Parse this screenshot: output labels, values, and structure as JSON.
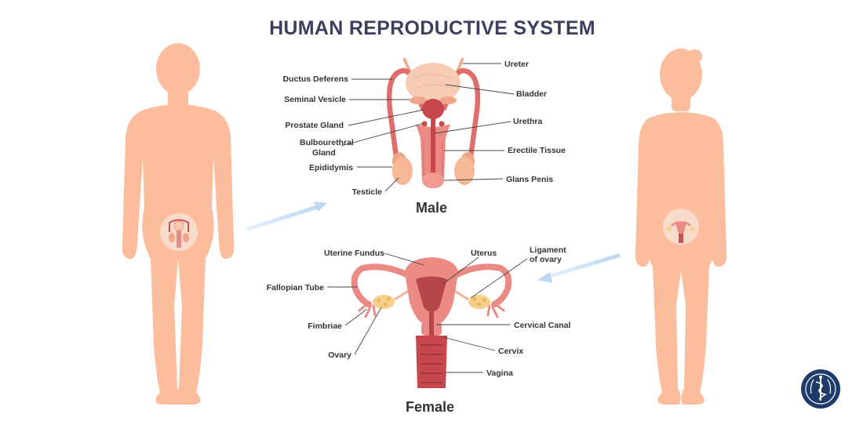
{
  "title": "HUMAN REPRODUCTIVE SYSTEM",
  "male": {
    "heading": "Male",
    "labels": {
      "ductus_deferens": "Ductus Deferens",
      "seminal_vesicle": "Seminal Vesicle",
      "prostate_gland": "Prostate Gland",
      "bulbourethral_1": "Bulbourethral",
      "bulbourethral_2": "Gland",
      "epididymis": "Epididymis",
      "testicle": "Testicle",
      "ureter": "Ureter",
      "bladder": "Bladder",
      "urethra": "Urethra",
      "erectile_tissue": "Erectile Tissue",
      "glans_penis": "Glans Penis"
    }
  },
  "female": {
    "heading": "Female",
    "labels": {
      "uterine_fundus": "Uterine Fundus",
      "uterus": "Uterus",
      "ligament_1": "Ligament",
      "ligament_2": "of ovary",
      "fallopian_tube": "Fallopian Tube",
      "fimbriae": "Fimbriae",
      "ovary": "Ovary",
      "cervical_canal": "Cervical Canal",
      "cervix": "Cervix",
      "vagina": "Vagina"
    }
  },
  "colors": {
    "body": "#fbbd9c",
    "organ": "#e98a85",
    "organ_dark": "#b7464a",
    "bladder": "#f6cdb4",
    "ovary": "#f6d088",
    "arrow": "#cfe3f7",
    "title": "#3d3f5e",
    "badge": "#1d3b6b"
  },
  "icons": {
    "badge": "medical-caduceus-icon"
  }
}
